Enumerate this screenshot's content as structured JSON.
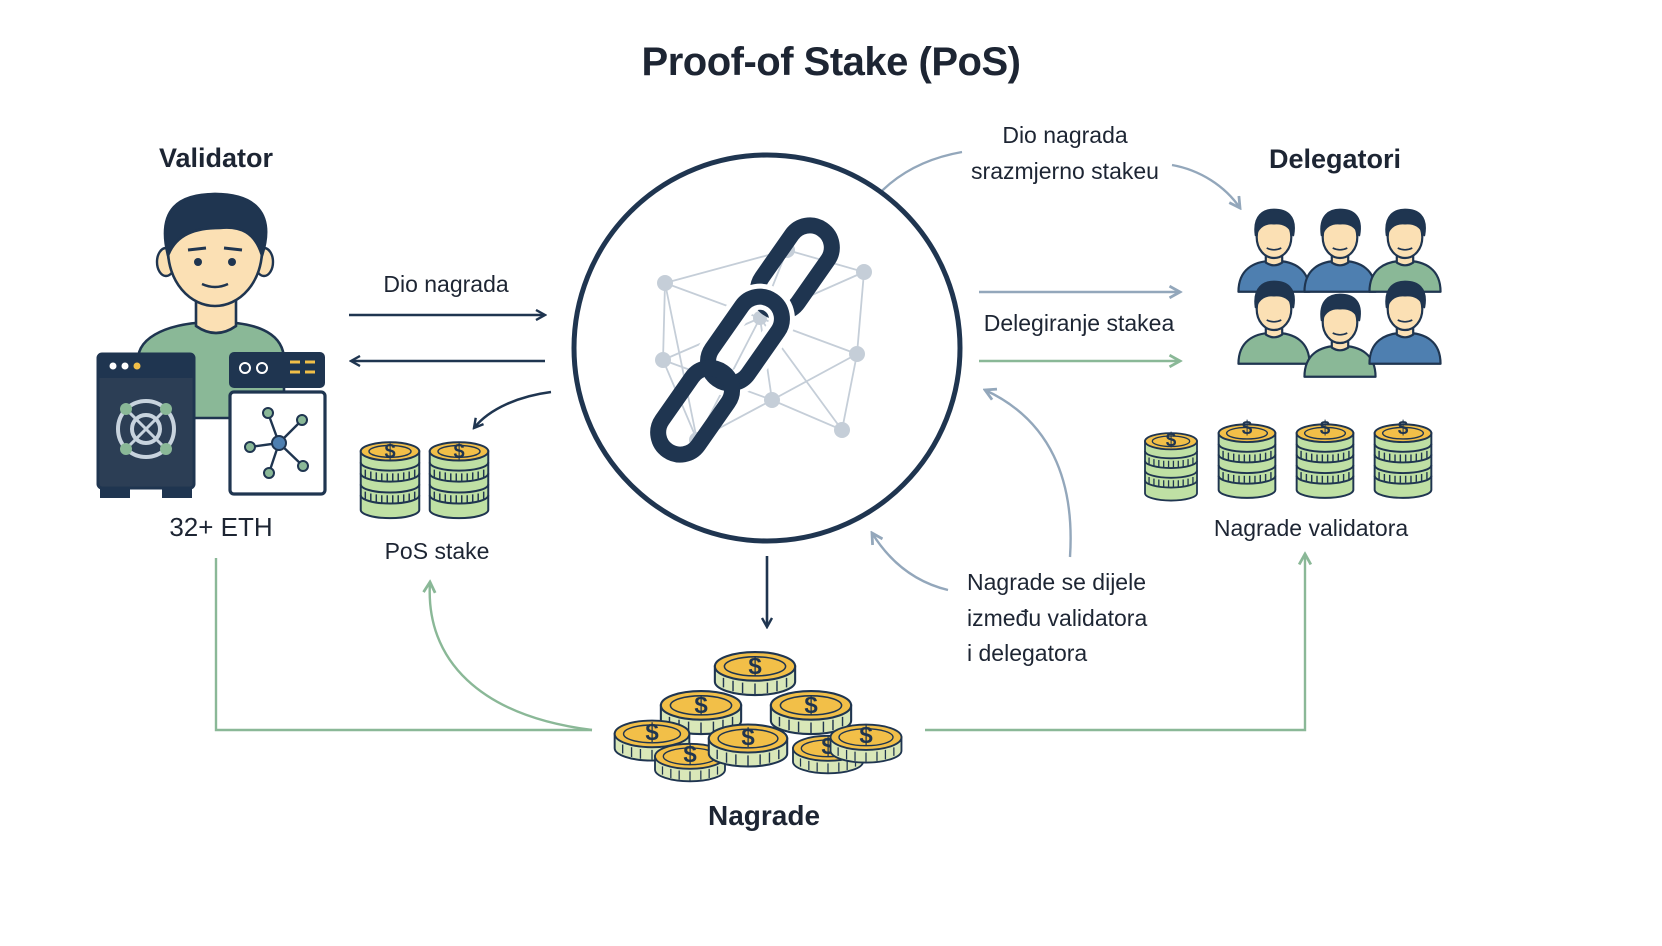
{
  "title": "Proof-of Stake (PoS)",
  "validator": {
    "heading": "Validator",
    "stake_amount": "32+ ETH"
  },
  "delegators": {
    "heading": "Delegatori",
    "rewards_label": "Nagrade validatora"
  },
  "pos_stake_label": "PoS stake",
  "rewards_label": "Nagrade",
  "arrows": {
    "validator_to_chain": "Dio nagrada",
    "delegation": "Delegiranje stakea",
    "proportional_share": "Dio nagrada\nsrazmjerno stakeu",
    "split_rewards": "Nagrade se dijele\nizmeđu validatora\ni delegatora"
  },
  "coin_symbol": "$",
  "colors": {
    "navy": "#1f3550",
    "green": "#8ab897",
    "grey_blue": "#93a7bb",
    "gold": "#f2bf48",
    "blue_shirt": "#4e7fb0",
    "skin": "#fbe0b4"
  }
}
